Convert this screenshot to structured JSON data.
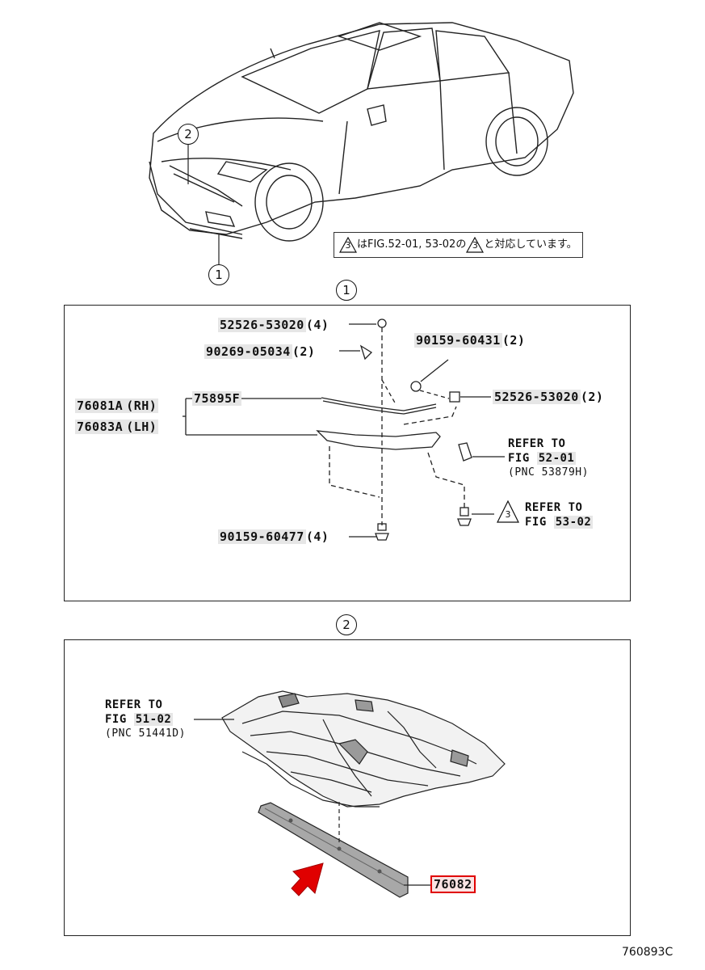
{
  "overview": {
    "callout_1": "1",
    "callout_2": "2",
    "note": {
      "triangle_1": "3",
      "text_1": "はFIG.52-01, 53-02の",
      "triangle_2": "3",
      "text_2": "と対応しています。"
    }
  },
  "panel1": {
    "section_label": "1",
    "parts": [
      {
        "id": "52526-53020",
        "qty": "(4)"
      },
      {
        "id": "90269-05034",
        "qty": "(2)"
      },
      {
        "id": "90159-60431",
        "qty": "(2)"
      },
      {
        "id": "75895F",
        "qty": ""
      },
      {
        "id": "52526-53020",
        "qty": "(2)"
      },
      {
        "id": "76081A",
        "qty": "(RH)"
      },
      {
        "id": "76083A",
        "qty": "(LH)"
      },
      {
        "id": "90159-60477",
        "qty": "(4)"
      }
    ],
    "refer_a": {
      "line1": "REFER TO",
      "fig_prefix": "FIG ",
      "fig": "52-01",
      "pnc": "(PNC 53879H)"
    },
    "refer_b": {
      "triangle": "3",
      "line1": "REFER TO",
      "fig_prefix": "FIG ",
      "fig": "53-02"
    }
  },
  "panel2": {
    "section_label": "2",
    "refer": {
      "line1": "REFER TO",
      "fig_prefix": "FIG ",
      "fig": "51-02",
      "pnc": "(PNC 51441D)"
    },
    "part": "76082"
  },
  "figure_code": "760893C",
  "colors": {
    "highlight": "#e00000",
    "arrow": "#e00000",
    "part_bg": "#e6e6e6"
  }
}
